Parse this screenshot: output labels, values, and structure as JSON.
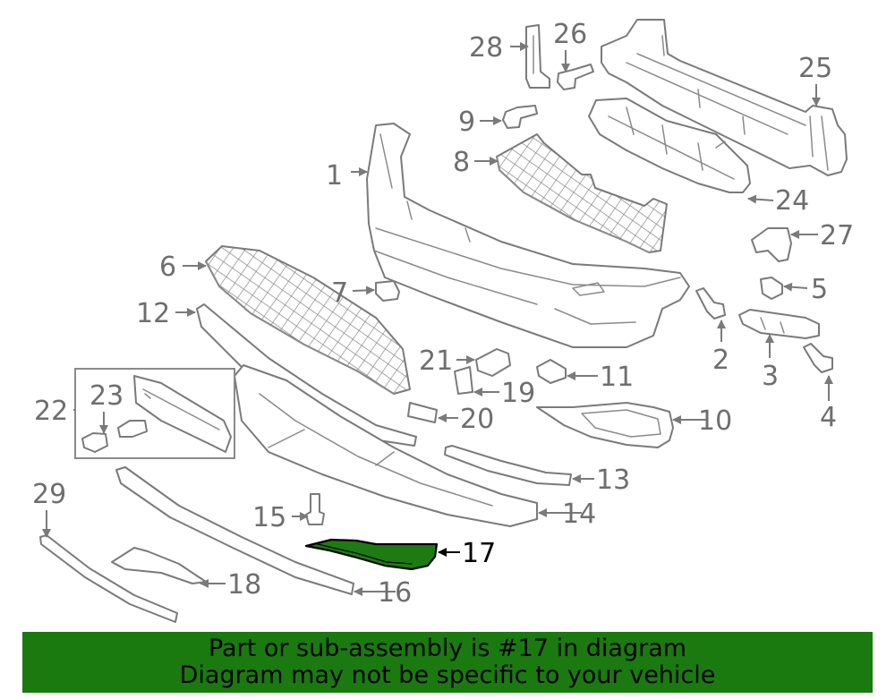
{
  "colors": {
    "highlight": "#1e7b12",
    "banner": "#1a7a10",
    "line": "#7a7a7a",
    "label": "#6e6e6e"
  },
  "highlighted_part": "17",
  "callouts": {
    "p1": "1",
    "p2": "2",
    "p3": "3",
    "p4": "4",
    "p5": "5",
    "p6": "6",
    "p7": "7",
    "p8": "8",
    "p9": "9",
    "p10": "10",
    "p11": "11",
    "p12": "12",
    "p13": "13",
    "p14": "14",
    "p15": "15",
    "p16": "16",
    "p17": "17",
    "p18": "18",
    "p19": "19",
    "p20": "20",
    "p21": "21",
    "p22": "22",
    "p23": "23",
    "p24": "24",
    "p25": "25",
    "p26": "26",
    "p27": "27",
    "p28": "28",
    "p29": "29"
  },
  "banner": {
    "line1": "Part or sub-assembly is #17 in diagram",
    "line2": "Diagram may not be specific to your vehicle"
  }
}
